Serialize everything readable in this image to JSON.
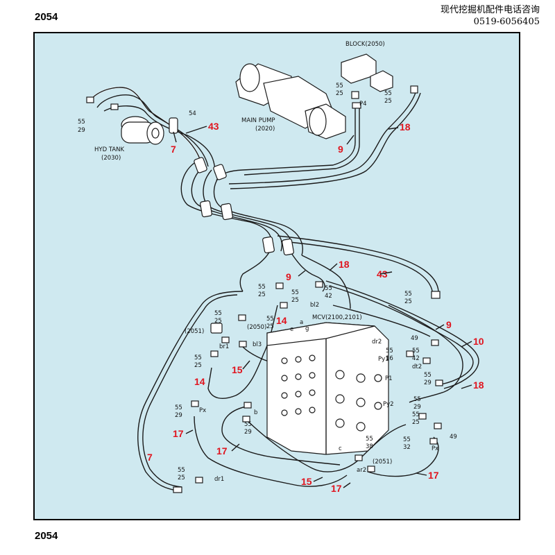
{
  "page_number": "2054",
  "header": {
    "line1": "现代挖掘机配件电话咨询",
    "line2": "0519-6056405"
  },
  "components": {
    "block": "BLOCK(2050)",
    "main_pump_l1": "MAIN PUMP",
    "main_pump_l2": "(2020)",
    "hyd_tank_l1": "HYD TANK",
    "hyd_tank_l2": "(2030)",
    "mcv": "MCV(2100,2101)",
    "p2051a": "(2051)",
    "p2050": "(2050)",
    "p2051b": "(2051)"
  },
  "ports": {
    "p4": "P4",
    "bl2": "bl2",
    "bl3": "bl3",
    "br1": "br1",
    "px_left": "Px",
    "b": "b",
    "dr1": "dr1",
    "dr2": "dr2",
    "py1": "Py1",
    "p1": "P1",
    "py2": "Py2",
    "dt2": "dt2",
    "c": "c",
    "ar2": "ar2",
    "px_right": "Px",
    "a": "a",
    "g": "g",
    "e": "e"
  },
  "part_refs": [
    {
      "id": "n54",
      "text": "54"
    },
    {
      "id": "n55a",
      "text": "55"
    },
    {
      "id": "n29a",
      "text": "29"
    },
    {
      "id": "n55b",
      "text": "55"
    },
    {
      "id": "n25b",
      "text": "25"
    },
    {
      "id": "n55c",
      "text": "55"
    },
    {
      "id": "n25c",
      "text": "25"
    },
    {
      "id": "n55d",
      "text": "55"
    },
    {
      "id": "n25d",
      "text": "25"
    },
    {
      "id": "n55e",
      "text": "55"
    },
    {
      "id": "n25e",
      "text": "25"
    },
    {
      "id": "n55f",
      "text": "55"
    },
    {
      "id": "n42f",
      "text": "42"
    },
    {
      "id": "n55g",
      "text": "55"
    },
    {
      "id": "n25g",
      "text": "25"
    },
    {
      "id": "n55h",
      "text": "55"
    },
    {
      "id": "n25h",
      "text": "25"
    },
    {
      "id": "n55i",
      "text": "55"
    },
    {
      "id": "n25i",
      "text": "25"
    },
    {
      "id": "n49a",
      "text": "49"
    },
    {
      "id": "n55j",
      "text": "55"
    },
    {
      "id": "n16j",
      "text": "16"
    },
    {
      "id": "n55k",
      "text": "55"
    },
    {
      "id": "n29k",
      "text": "29"
    },
    {
      "id": "n55l",
      "text": "55"
    },
    {
      "id": "n42l",
      "text": "42"
    },
    {
      "id": "n55m",
      "text": "55"
    },
    {
      "id": "n29m",
      "text": "29"
    },
    {
      "id": "n55n",
      "text": "55"
    },
    {
      "id": "n29n",
      "text": "29"
    },
    {
      "id": "n55o",
      "text": "55"
    },
    {
      "id": "n38o",
      "text": "38"
    },
    {
      "id": "n55p",
      "text": "55"
    },
    {
      "id": "n29p",
      "text": "29"
    },
    {
      "id": "n55q",
      "text": "55"
    },
    {
      "id": "n32q",
      "text": "32"
    },
    {
      "id": "n49b",
      "text": "49"
    },
    {
      "id": "n55r",
      "text": "55"
    },
    {
      "id": "n25r",
      "text": "25"
    },
    {
      "id": "n55s",
      "text": "55"
    },
    {
      "id": "n25s",
      "text": "25"
    },
    {
      "id": "n55t",
      "text": "55"
    },
    {
      "id": "n25t",
      "text": "25"
    }
  ],
  "callouts": [
    {
      "id": "c43a",
      "text": "43"
    },
    {
      "id": "c7a",
      "text": "7"
    },
    {
      "id": "c9a",
      "text": "9"
    },
    {
      "id": "c18a",
      "text": "18"
    },
    {
      "id": "c9b",
      "text": "9"
    },
    {
      "id": "c18b",
      "text": "18"
    },
    {
      "id": "c43b",
      "text": "43"
    },
    {
      "id": "c14a",
      "text": "14"
    },
    {
      "id": "c9c",
      "text": "9"
    },
    {
      "id": "c10",
      "text": "10"
    },
    {
      "id": "c15a",
      "text": "15"
    },
    {
      "id": "c14b",
      "text": "14"
    },
    {
      "id": "c18c",
      "text": "18"
    },
    {
      "id": "c17a",
      "text": "17"
    },
    {
      "id": "c17b",
      "text": "17"
    },
    {
      "id": "c7b",
      "text": "7"
    },
    {
      "id": "c15b",
      "text": "15"
    },
    {
      "id": "c17c",
      "text": "17"
    },
    {
      "id": "c17d",
      "text": "17"
    }
  ]
}
